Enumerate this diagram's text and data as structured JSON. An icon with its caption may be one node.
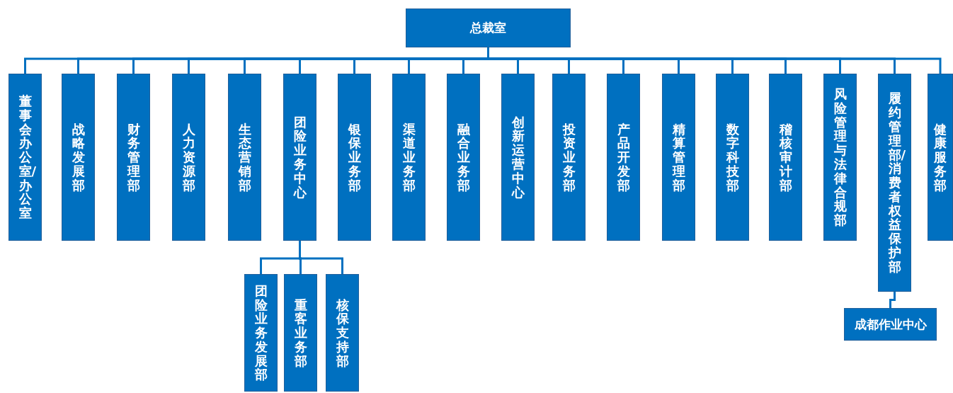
{
  "diagram": {
    "nodes": [
      {
        "text": [
          "总裁室"
        ]
      },
      {
        "text": [
          "董事会办公室/办公室"
        ]
      },
      {
        "text": [
          "战略发展部"
        ]
      },
      {
        "text": [
          "财务管理部"
        ]
      },
      {
        "text": [
          "人力资源部"
        ]
      },
      {
        "text": [
          "生态营销部"
        ]
      },
      {
        "text": [
          "团险业务中心"
        ]
      },
      {
        "text": [
          "银保业务部"
        ]
      },
      {
        "text": [
          "渠道业务部"
        ]
      },
      {
        "text": [
          "融合业务部"
        ]
      },
      {
        "text": [
          "创新运营中心"
        ]
      },
      {
        "text": [
          "投资业务部"
        ]
      },
      {
        "text": [
          "产品开发部"
        ]
      },
      {
        "text": [
          "精算管理部"
        ]
      },
      {
        "text": [
          "数字科技部"
        ]
      },
      {
        "text": [
          "稽核审计部"
        ]
      },
      {
        "text": [
          "风险管理与法律合规部"
        ]
      },
      {
        "text": [
          "履约管理部/消费者权益保护部"
        ]
      },
      {
        "text": [
          "健康服务部"
        ]
      },
      {
        "text": [
          "团险业务发展部"
        ]
      },
      {
        "text": [
          "重客业务部"
        ]
      },
      {
        "text": [
          "核保支持部"
        ]
      },
      {
        "text": [
          "成都作业中心"
        ]
      }
    ],
    "edges": [
      {
        "from": 0,
        "to": 1,
        "arrow": "none"
      },
      {
        "from": 0,
        "to": 2,
        "arrow": "none"
      },
      {
        "from": 0,
        "to": 3,
        "arrow": "none"
      },
      {
        "from": 0,
        "to": 4,
        "arrow": "none"
      },
      {
        "from": 0,
        "to": 5,
        "arrow": "none"
      },
      {
        "from": 0,
        "to": 6,
        "arrow": "none"
      },
      {
        "from": 0,
        "to": 7,
        "arrow": "none"
      },
      {
        "from": 0,
        "to": 8,
        "arrow": "none"
      },
      {
        "from": 0,
        "to": 9,
        "arrow": "none"
      },
      {
        "from": 0,
        "to": 10,
        "arrow": "none"
      },
      {
        "from": 0,
        "to": 11,
        "arrow": "none"
      },
      {
        "from": 0,
        "to": 12,
        "arrow": "none"
      },
      {
        "from": 0,
        "to": 13,
        "arrow": "none"
      },
      {
        "from": 0,
        "to": 14,
        "arrow": "none"
      },
      {
        "from": 0,
        "to": 15,
        "arrow": "none"
      },
      {
        "from": 0,
        "to": 16,
        "arrow": "none"
      },
      {
        "from": 0,
        "to": 17,
        "arrow": "none"
      },
      {
        "from": 0,
        "to": 18,
        "arrow": "none"
      },
      {
        "from": 6,
        "to": 19,
        "arrow": "none"
      },
      {
        "from": 6,
        "to": 20,
        "arrow": "none"
      },
      {
        "from": 6,
        "to": 21,
        "arrow": "none"
      },
      {
        "from": 17,
        "to": 22,
        "arrow": "none"
      }
    ]
  }
}
